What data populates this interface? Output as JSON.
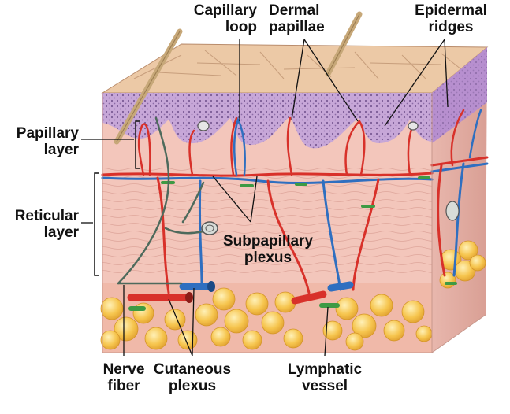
{
  "labels": {
    "capillary_loop": [
      "Capillary",
      "loop"
    ],
    "dermal_papillae": [
      "Dermal",
      "papillae"
    ],
    "epidermal_ridges": [
      "Epidermal",
      "ridges"
    ],
    "papillary_layer": [
      "Papillary",
      "layer"
    ],
    "reticular_layer": [
      "Reticular",
      "layer"
    ],
    "subpapillary_plexus": [
      "Subpapillary",
      "plexus"
    ],
    "nerve_fiber": [
      "Nerve",
      "fiber"
    ],
    "cutaneous_plexus": [
      "Cutaneous",
      "plexus"
    ],
    "lymphatic_vessel": [
      "Lymphatic",
      "vessel"
    ]
  },
  "colors": {
    "artery": "#d8312a",
    "vein": "#2f6fc0",
    "nerve": "#4e6a5c",
    "lymph": "#3e9a44",
    "fat": "#f4c24a",
    "dermis": "#f2c2b8",
    "epidermis": "#c9a9d8",
    "surface": "#e9c9a8"
  }
}
